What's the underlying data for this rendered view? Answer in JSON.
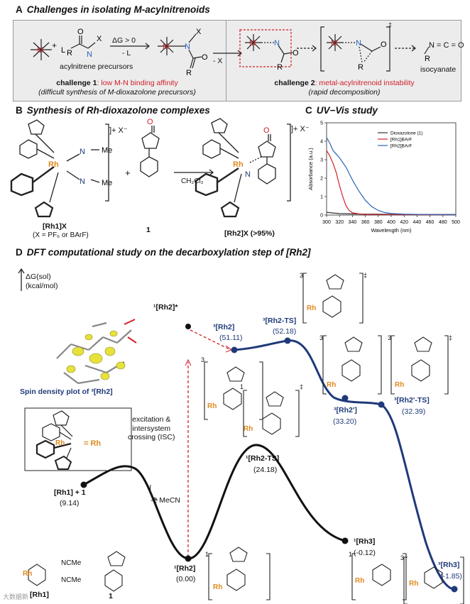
{
  "panel_a": {
    "letter": "A",
    "title": "Challenges in isolating M-acylnitrenoids",
    "metal": "M",
    "ligand_l": "L",
    "plus": "+",
    "r": "R",
    "x": "X",
    "n": "N",
    "o": "O",
    "precursor_label": "acylnitrene precursors",
    "delta_g": "ΔG > 0",
    "minus_l": "- L",
    "minus_x": "- X",
    "challenge1_prefix": "challenge 1",
    "challenge1_text": ": low M-N binding affinity",
    "challenge1_sub": "(difficult synthesis of M-dioxazolone precursors)",
    "challenge2_prefix": "challenge 2",
    "challenge2_text": ": metal-acylnitrenoid instability",
    "challenge2_sub": "(rapid decomposition)",
    "isocyanate_formula": "N = C = O",
    "isocyanate_label": "isocyanate",
    "double_dagger": "‡"
  },
  "panel_b": {
    "letter": "B",
    "title": "Synthesis of Rh-dioxazolone complexes",
    "rh": "Rh",
    "n": "N",
    "o": "O",
    "mecn": "N≡C—Me",
    "charge": "]+ X⁻",
    "plus": "+",
    "solvent": "CH₂Cl₂",
    "compound1_label": "[Rh1]X",
    "compound1_sub": "(X = PF₆ or BArF)",
    "reagent_label": "1",
    "product_label": "[Rh2]X (>95%)"
  },
  "panel_c": {
    "letter": "C",
    "title": "UV−Vis study"
  },
  "chart_data": {
    "type": "line",
    "title": "",
    "xlabel": "Wavelength (nm)",
    "ylabel": "Absorbance (a.u.)",
    "xlim": [
      300,
      500
    ],
    "ylim": [
      0,
      5
    ],
    "xticks": [
      300,
      320,
      340,
      360,
      380,
      400,
      420,
      440,
      460,
      480,
      500
    ],
    "yticks": [
      0,
      1,
      2,
      3,
      4,
      5
    ],
    "legend_position": "top-right",
    "series": [
      {
        "name": "Dioxazolone (1)",
        "color": "#333333",
        "x": [
          300,
          310,
          320,
          340,
          360,
          380,
          400,
          450,
          500
        ],
        "y": [
          0.15,
          0.11,
          0.08,
          0.06,
          0.05,
          0.05,
          0.04,
          0.03,
          0.03
        ]
      },
      {
        "name": "[Rh1]BArF",
        "color": "#d0202a",
        "x": [
          300,
          305,
          310,
          315,
          320,
          325,
          330,
          335,
          340,
          350,
          360,
          380,
          400,
          450,
          500
        ],
        "y": [
          3.5,
          3.2,
          2.8,
          2.3,
          1.6,
          1.0,
          0.5,
          0.25,
          0.12,
          0.06,
          0.04,
          0.03,
          0.03,
          0.02,
          0.02
        ]
      },
      {
        "name": "[Rh2]BArF",
        "color": "#2a63b8",
        "x": [
          300,
          305,
          310,
          315,
          320,
          330,
          340,
          350,
          360,
          370,
          380,
          390,
          400,
          420,
          450,
          500
        ],
        "y": [
          4.2,
          3.9,
          3.5,
          3.3,
          3.1,
          2.6,
          1.9,
          1.3,
          0.8,
          0.45,
          0.25,
          0.14,
          0.08,
          0.05,
          0.03,
          0.02
        ]
      }
    ]
  },
  "panel_d": {
    "letter": "D",
    "title": "DFT computational study on the decarboxylation step of [Rh2]",
    "y_axis_label_1": "ΔG(sol)",
    "y_axis_label_2": "(kcal/mol)",
    "spin_density_label": "Spin density plot of ³[Rh2]",
    "excitation_label": "excitation &\nintersystem\ncrossing (ISC)",
    "minus_mecn": "-2 MeCN",
    "rh_equals": "= Rh",
    "points": [
      {
        "name": "[Rh1] + 1",
        "value": "(9.14)",
        "spin": "singlet"
      },
      {
        "name": "¹[Rh2]",
        "value": "(0.00)",
        "spin": "singlet"
      },
      {
        "name": "¹[Rh2-TS]",
        "value": "(24.18)",
        "spin": "singlet"
      },
      {
        "name": "¹[Rh3]",
        "value": "(-0.12)",
        "spin": "singlet"
      },
      {
        "name": "¹[Rh2]*",
        "value": "",
        "spin": "excited"
      },
      {
        "name": "³[Rh2]",
        "value": "(51.11)",
        "spin": "triplet"
      },
      {
        "name": "³[Rh2-TS]",
        "value": "(52.18)",
        "spin": "triplet"
      },
      {
        "name": "³[Rh2']",
        "value": "(33.20)",
        "spin": "triplet"
      },
      {
        "name": "³[Rh2'-TS]",
        "value": "(32.39)",
        "spin": "triplet"
      },
      {
        "name": "³[Rh3]",
        "value": "(-1.85)",
        "spin": "triplet"
      }
    ],
    "rh1_label": "[Rh1]",
    "rh1_ligand": "NCMe",
    "reagent_1": "1",
    "bracket_1": "1",
    "bracket_3": "3",
    "dagger": "‡",
    "watermark": "大数据新"
  }
}
